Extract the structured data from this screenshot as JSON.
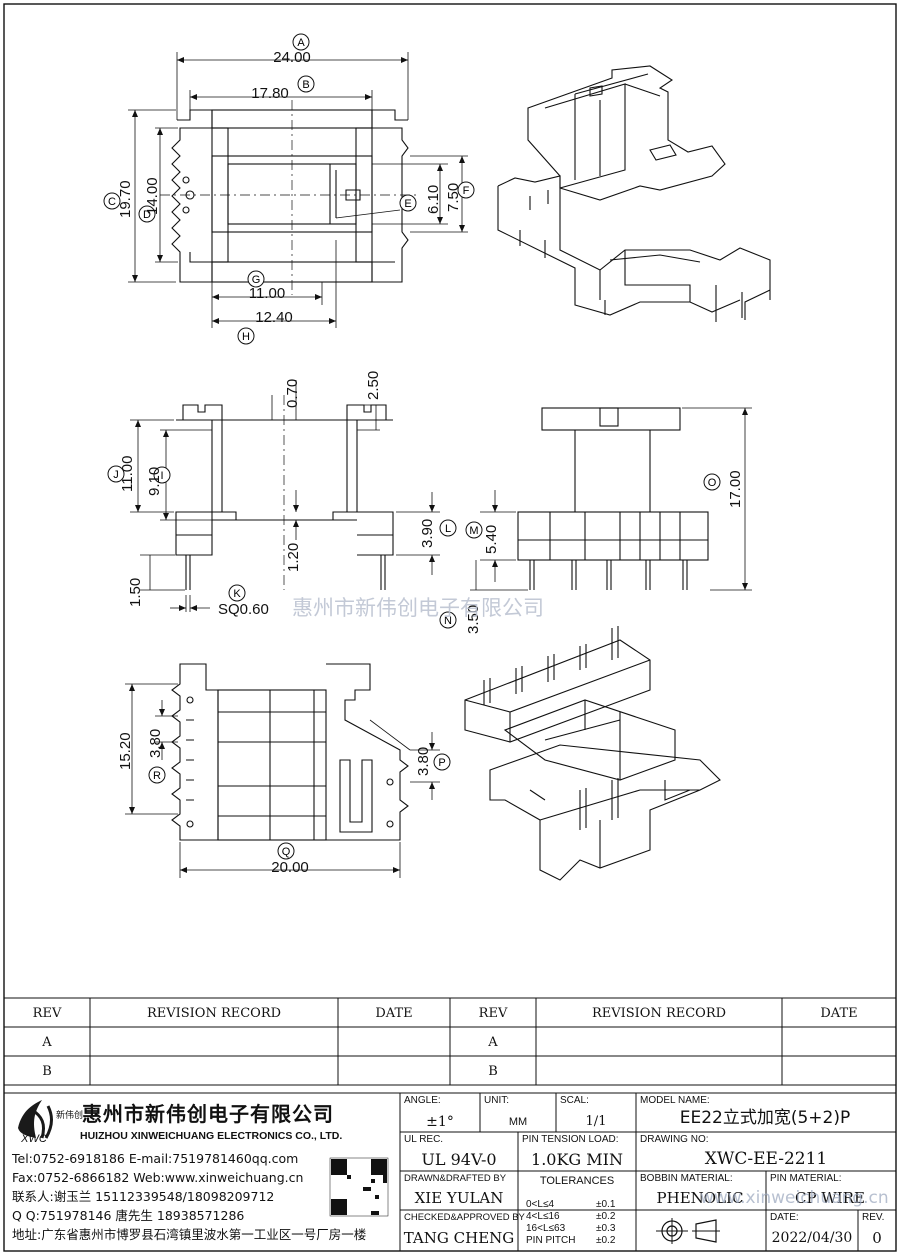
{
  "watermark": "惠州市新伟创电子有限公司",
  "watermark_url": "www.xinweichuang.cn",
  "dims": {
    "A": "24.00",
    "B": "17.80",
    "C": "19.70",
    "D": "14.00",
    "E": "6.10",
    "F": "7.50",
    "G": "11.00",
    "H": "12.40",
    "d070": "0.70",
    "d250": "2.50",
    "J": "11.00",
    "I": "9.10",
    "L": "3.90",
    "d120": "1.20",
    "d150": "1.50",
    "K": "SQ0.60",
    "M": "5.40",
    "N": "3.50",
    "O": "17.00",
    "S": "15.20",
    "R": "3.80",
    "P": "3.80",
    "Q": "20.00"
  },
  "labels": [
    "A",
    "B",
    "C",
    "D",
    "E",
    "F",
    "G",
    "H",
    "I",
    "J",
    "K",
    "L",
    "M",
    "N",
    "O",
    "P",
    "Q",
    "R"
  ],
  "revision": {
    "headers": [
      "REV",
      "REVISION RECORD",
      "DATE",
      "REV",
      "REVISION RECORD",
      "DATE"
    ],
    "rows": [
      "A",
      "B"
    ]
  },
  "company": {
    "name_cn": "惠州市新伟创电子有限公司",
    "name_en": "HUIZHOU XINWEICHUANG ELECTRONICS CO., LTD.",
    "logo_text": "XWC",
    "logo_cn": "新伟创",
    "tel": "Tel:0752-6918186 E-mail:7519781460qq.com",
    "fax": "Fax:0752-6866182 Web:www.xinweichuang.cn",
    "contact": "联系人:谢玉兰 15112339548/18098209712",
    "qq": "Q Q:751978146   唐先生 18938571286",
    "address": "地址:广东省惠州市博罗县石湾镇里波水第一工业区一号厂房一楼"
  },
  "titleblock": {
    "angle_label": "ANGLE:",
    "angle": "±1°",
    "unit_label": "UNIT:",
    "unit": "MM",
    "scale_label": "SCAL:",
    "scale": "1/1",
    "model_label": "MODEL NAME:",
    "model": "EE22立式加宽(5+2)P",
    "ul_label": "UL REC.",
    "ul": "UL 94V-0",
    "pin_tension_label": "PIN TENSION LOAD:",
    "pin_tension": "1.0KG MIN",
    "drawing_no_label": "DRAWING NO:",
    "drawing_no": "XWC-EE-2211",
    "drawn_label": "DRAWN&DRAFTED BY",
    "drawn": "XIE YULAN",
    "tolerances_label": "TOLERANCES",
    "tol1": "0<L≤4",
    "tol1v": "±0.1",
    "tol2": "4<L≤16",
    "tol2v": "±0.2",
    "tol3": "16<L≤63",
    "tol3v": "±0.3",
    "tol4": "PIN PITCH",
    "tol4v": "±0.2",
    "bobbin_label": "BOBBIN MATERIAL:",
    "bobbin": "PHENOLIC",
    "pin_material_label": "PIN MATERIAL:",
    "pin_material": "CP WIRE",
    "checked_label": "CHECKED&APPROVED BY",
    "checked": "TANG CHENG",
    "date_label": "DATE:",
    "date": "2022/04/30",
    "rev_label": "REV.",
    "rev": "0"
  }
}
